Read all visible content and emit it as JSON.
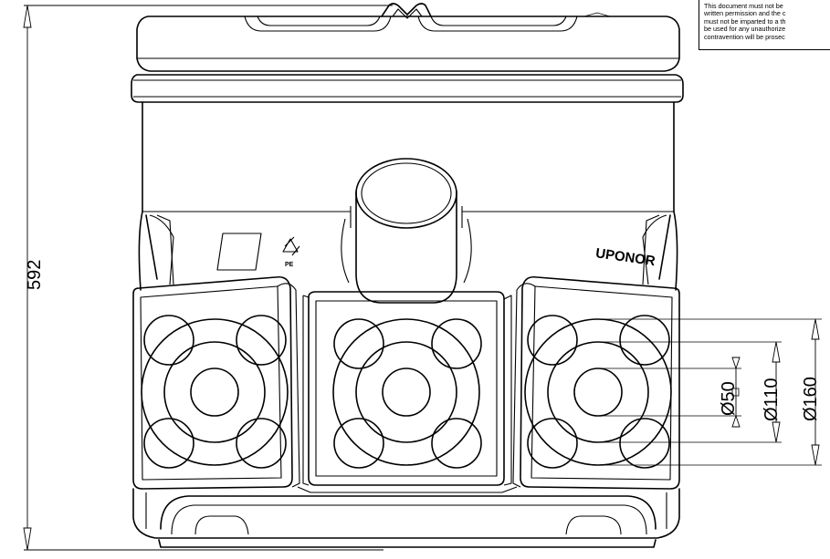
{
  "dimensions": {
    "height_label": "592",
    "d50_label": "Ø50",
    "d110_label": "Ø110",
    "d160_label": "Ø160"
  },
  "brand": {
    "logo_text": "UPONOR"
  },
  "recycling": {
    "material_code": "PE"
  },
  "notice": {
    "lines": [
      "This document must not be",
      "written permission and the c",
      "must not be imparted to a th",
      "be used for any unauthorize",
      "contravention will be prosec"
    ]
  }
}
